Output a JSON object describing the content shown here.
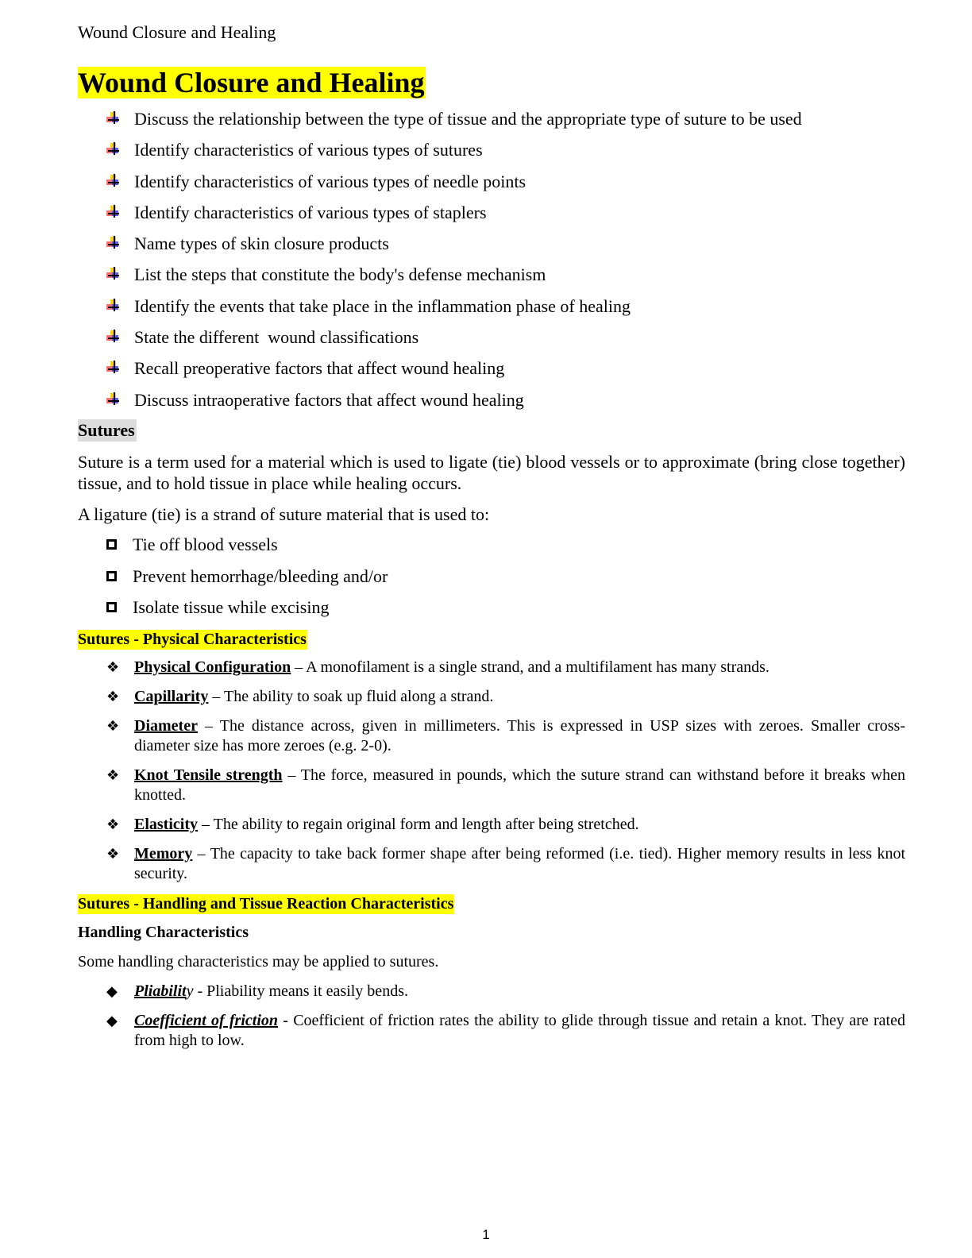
{
  "header": {
    "running_title": "Wound Closure and Healing"
  },
  "title": "Wound Closure and Healing",
  "objectives": [
    "Discuss the relationship between the type of tissue and the appropriate type of suture to be used",
    "Identify characteristics of various types of sutures",
    "Identify characteristics of various types of needle points",
    "Identify characteristics of various types of staplers",
    "Name types of skin closure products",
    "List the steps that constitute the body's defense mechanism",
    "Identify the events that take place in the inflammation phase of healing",
    "State the different  wound classifications",
    "Recall preoperative factors that affect wound healing",
    "Discuss intraoperative factors that affect wound healing"
  ],
  "sutures": {
    "heading": "Sutures",
    "definition": "Suture is a term used for a material which is used to ligate (tie) blood vessels or to approximate (bring close together) tissue, and to hold tissue in place while healing occurs.",
    "ligature_intro": "A ligature (tie) is a strand of suture material that is used to:",
    "ligature_uses": [
      "Tie off blood vessels",
      "Prevent hemorrhage/bleeding and/or",
      "Isolate tissue while excising"
    ]
  },
  "physical": {
    "heading": "Sutures - Physical Characteristics",
    "items": [
      {
        "term": "Physical Configuration",
        "desc": " – A monofilament is a single strand, and a multifilament has many strands."
      },
      {
        "term": "Capillarity",
        "desc": " – The ability to soak up fluid along a strand."
      },
      {
        "term": "Diameter",
        "desc": " – The distance across, given in millimeters. This is expressed in USP sizes with zeroes. Smaller cross-diameter size has more zeroes (e.g. 2-0)."
      },
      {
        "term": "Knot Tensile strength",
        "desc": " – The force, measured in pounds, which the suture strand can withstand before it breaks when knotted."
      },
      {
        "term": "Elasticity",
        "desc": " – The ability to regain original form and length after being stretched."
      },
      {
        "term": "Memory",
        "desc": " – The capacity to take back former shape after being reformed (i.e. tied). Higher memory results in less knot security."
      }
    ]
  },
  "handling": {
    "heading": "Sutures - Handling and Tissue Reaction Characteristics",
    "subheading": "Handling Characteristics",
    "intro": "Some handling characteristics may be applied to sutures.",
    "items": [
      {
        "term": "Pliabilit",
        "term_tail": "y",
        "desc": " - Pliability means it easily bends."
      },
      {
        "term": "Coefficient of friction",
        "term_tail": "",
        "desc": " - Coefficient of friction rates the ability to glide through tissue and retain a knot. They are rated from high to low."
      }
    ]
  },
  "bullets": {
    "objective_icon": "arrow-plus-icon",
    "box_icon": "hollow-square-icon",
    "diamond_cluster": "❖",
    "solid_diamond": "◆"
  },
  "colors": {
    "highlight_yellow": "#ffff00",
    "highlight_gray": "#dcdcdc"
  },
  "footer": {
    "page_number": "1"
  }
}
